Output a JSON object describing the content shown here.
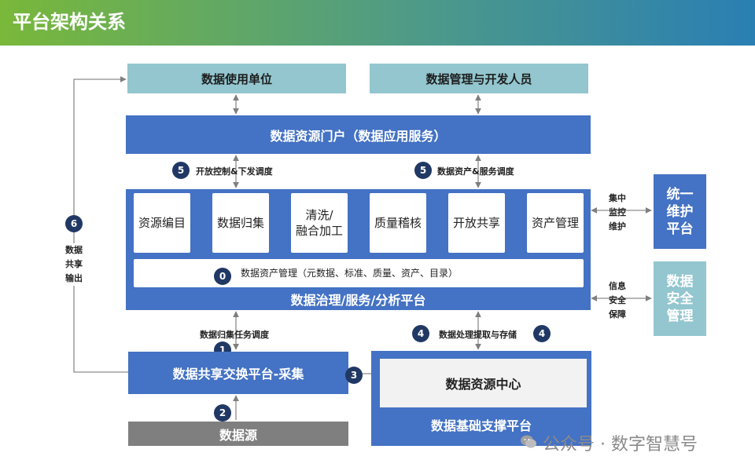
{
  "title": "平台架构关系",
  "top_units": {
    "data_users": "数据使用单位",
    "data_devs": "数据管理与开发人员"
  },
  "portal": "数据资源门户（数据应用服务）",
  "flows": {
    "open_control": {
      "num": "5",
      "label": "开放控制&下发调度"
    },
    "asset_service": {
      "num": "5",
      "label": "数据资产&服务调度"
    },
    "collect_task": {
      "num": "1",
      "label": "数据归集任务调度"
    },
    "process_store": {
      "num_left": "4",
      "label": "数据处理提取与存储",
      "num_right": "4"
    },
    "source": {
      "num": "2"
    },
    "to_center": {
      "num": "3"
    },
    "share_output": {
      "num": "6",
      "label": "数据\n共享\n输出"
    }
  },
  "governance": {
    "steps": [
      "资源编目",
      "数据归集",
      "清洗/\n融合加工",
      "质量稽核",
      "开放共享",
      "资产管理"
    ],
    "asset_mgmt": {
      "num": "0",
      "label": "数据资产管理（元数据、标准、质量、资产、目录）"
    },
    "platform_label": "数据治理/服务/分析平台"
  },
  "right_side": {
    "monitor_label": "集中\n监控\n维护",
    "unified_maint": "统一\n维护\n平台",
    "security_label": "信息\n安全\n保障",
    "security_mgmt": "数据\n安全\n管理"
  },
  "exchange_platform": "数据共享交换平台-采集",
  "data_source": "数据源",
  "resource_center": "数据资源中心",
  "foundation_platform": "数据基础支撑平台",
  "watermark": "公众号 · 数字智慧号",
  "colors": {
    "primary_blue": "#4472c4",
    "teal": "#93c6cf",
    "badge": "#203864",
    "gray": "#7f7f7f"
  }
}
